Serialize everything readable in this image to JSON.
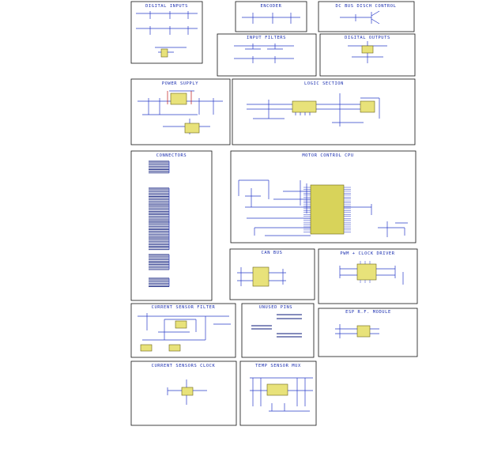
{
  "blocks": {
    "digital_inputs": "DIGITAL INPUTS",
    "encoder": "ENCODER",
    "dc_bus_disch": "DC BUS DISCH CONTROL",
    "input_filters": "INPUT FILTERS",
    "digital_outputs": "DIGITAL OUTPUTS",
    "power_supply": "POWER SUPPLY",
    "logic_section": "LOGIC SECTION",
    "connectors": "CONNECTORS",
    "motor_control_cpu": "MOTOR CONTROL CPU",
    "can_bus": "CAN BUS",
    "pwm_clock_driver": "PWM + CLOCK DRIVER",
    "current_sensor_filter": "CURRENT SENSOR FILTER",
    "unused_pins": "UNUSED PINS",
    "esp_rf_module": "ESP R.F. MODULE",
    "current_sensors_clock": "CURRENT SENSORS CLOCK",
    "temp_sensor_mux": "TEMP SENSOR MUX"
  },
  "colors": {
    "title": "#1b2fb0",
    "wire": "#2a3cc8",
    "component_fill": "#e8e27a",
    "frame": "#111111"
  }
}
